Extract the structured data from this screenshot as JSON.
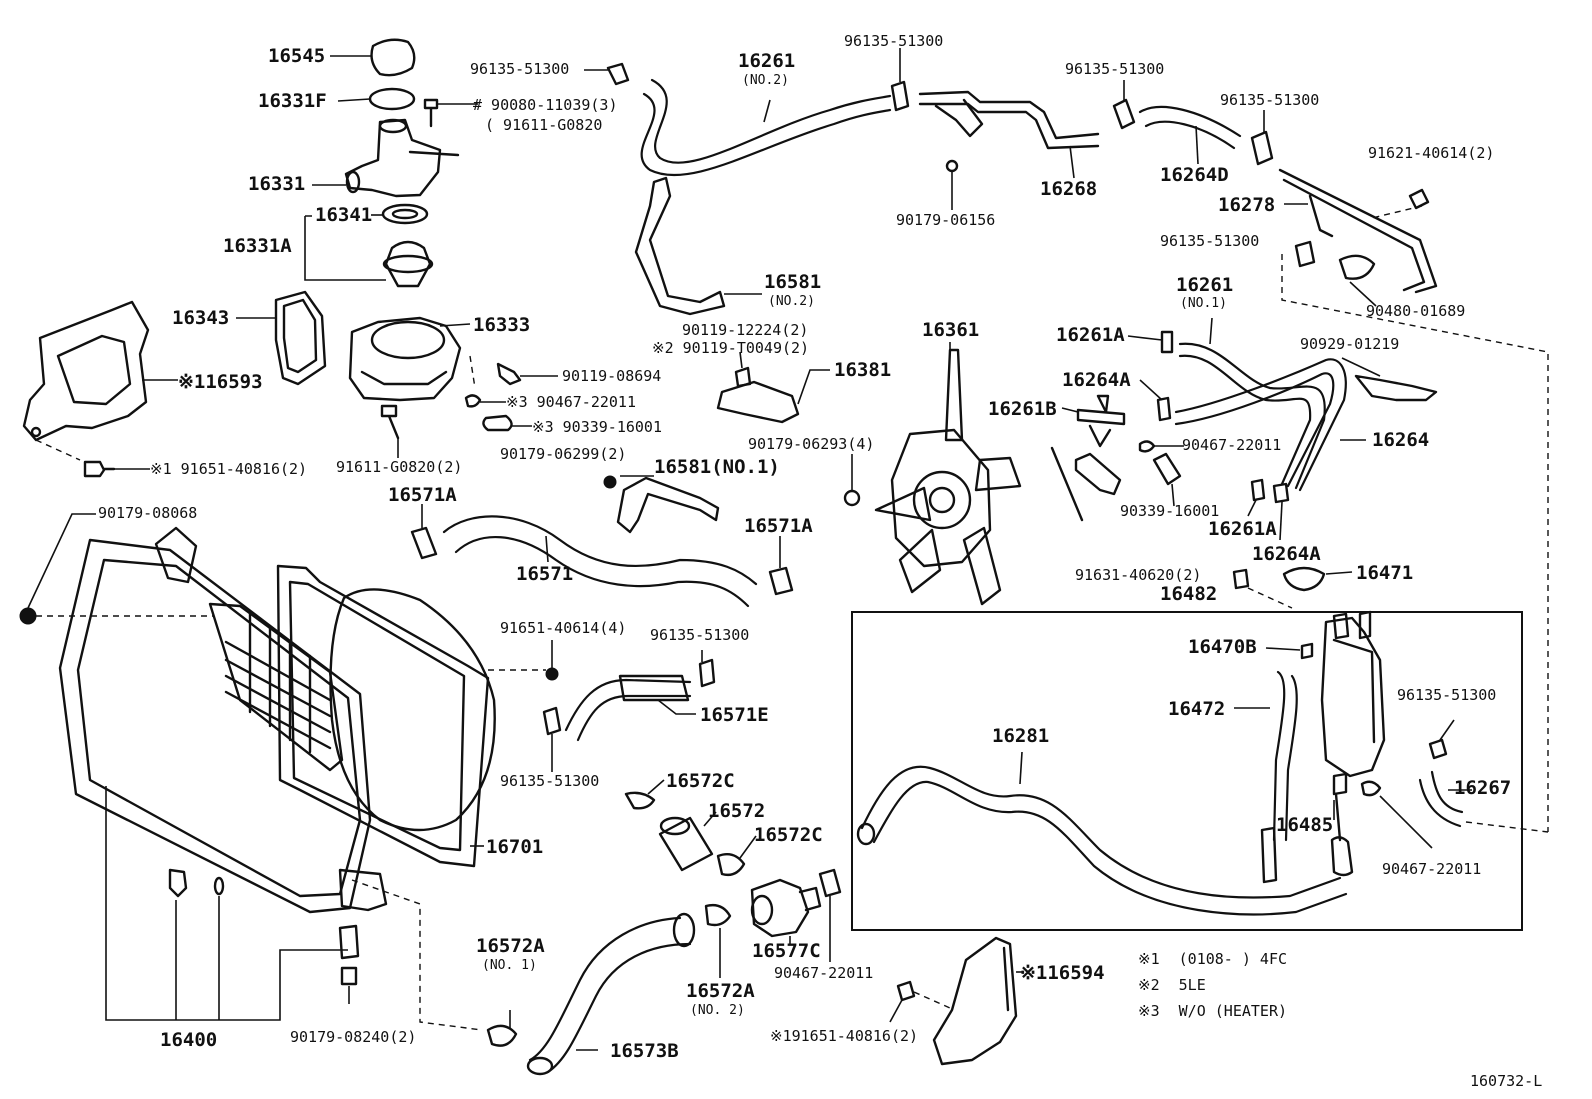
{
  "labels": {
    "p16545": "16545",
    "p16331F": "16331F",
    "p16331": "16331",
    "p16341": "16341",
    "p16331A": "16331A",
    "p16343": "16343",
    "p16333": "16333",
    "p16593": "※116593",
    "b9008011039": "#  90080-11039(3)",
    "b91611G0820a": "( 91611-G0820",
    "c96135_1": "96135-51300",
    "p16261_2": "16261",
    "p16261_2_sub": "(NO.2)",
    "c96135_2": "96135-51300",
    "c96135_3": "96135-51300",
    "c96135_4": "96135-51300",
    "b9017906156": "90179-06156",
    "p16268": "16268",
    "p16264D": "16264D",
    "b9162140614": "91621-40614(2)",
    "p16278": "16278",
    "c96135_5": "96135-51300",
    "b9048001689": "90480-01689",
    "p16581_2": "16581",
    "p16581_2_sub": "(NO.2)",
    "b9011912224": "90119-12224(2)",
    "b90119T0049": "※2 90119-T0049(2)",
    "p16381": "16381",
    "p16361": "16361",
    "p16261_1": "16261",
    "p16261_1_sub": "(NO.1)",
    "p16261A_top": "16261A",
    "b9092901219": "90929-01219",
    "p16264A_top": "16264A",
    "p16261B": "16261B",
    "c9046722011_r": "90467-22011",
    "p16264": "16264",
    "b9033916001_r": "90339-16001",
    "p16261A_bot": "16261A",
    "p16264A_bot": "16264A",
    "b9011908694": "90119-08694",
    "c9046722011_l": "※3 90467-22011",
    "b9033916001_l": "※3 90339-16001",
    "b9165140816_l": "※1  91651-40816(2)",
    "b91611G0820b": "91611-G0820(2)",
    "b9017906299": "90179-06299(2)",
    "p16581_1": "16581(NO.1)",
    "b9017906293": "90179-06293(4)",
    "b9017908068": "90179-08068",
    "p16571A_l": "16571A",
    "p16571": "16571",
    "p16571A_r": "16571A",
    "b9163140620": "91631-40620(2)",
    "p16471": "16471",
    "p16482": "16482",
    "p16470B": "16470B",
    "b9165140614": "91651-40614(4)",
    "c96135_6": "96135-51300",
    "p16571E": "16571E",
    "c96135_7": "96135-51300",
    "p16472": "16472",
    "c96135_8": "96135-51300",
    "p16281": "16281",
    "p16267": "16267",
    "p16485": "16485",
    "c9046722011_t": "90467-22011",
    "p16572C_a": "16572C",
    "p16572": "16572",
    "p16572C_b": "16572C",
    "p16701": "16701",
    "p16577C": "16577C",
    "c9046722011_b": "90467-22011",
    "p16572A_l": "16572A",
    "p16572A_l_sub": "(NO. 1)",
    "p16572A_r": "16572A",
    "p16572A_r_sub": "(NO. 2)",
    "p16594": "※116594",
    "b9165140816_b": "※191651-40816(2)",
    "b9017908240": "90179-08240(2)",
    "p16400": "16400",
    "p16573B": "16573B",
    "fig_id": "160732-L"
  },
  "notes": [
    {
      "mark": "※1",
      "text": "(0108-        ) 4FC"
    },
    {
      "mark": "※2",
      "text": "5LE"
    },
    {
      "mark": "※3",
      "text": "W/O (HEATER)"
    }
  ]
}
